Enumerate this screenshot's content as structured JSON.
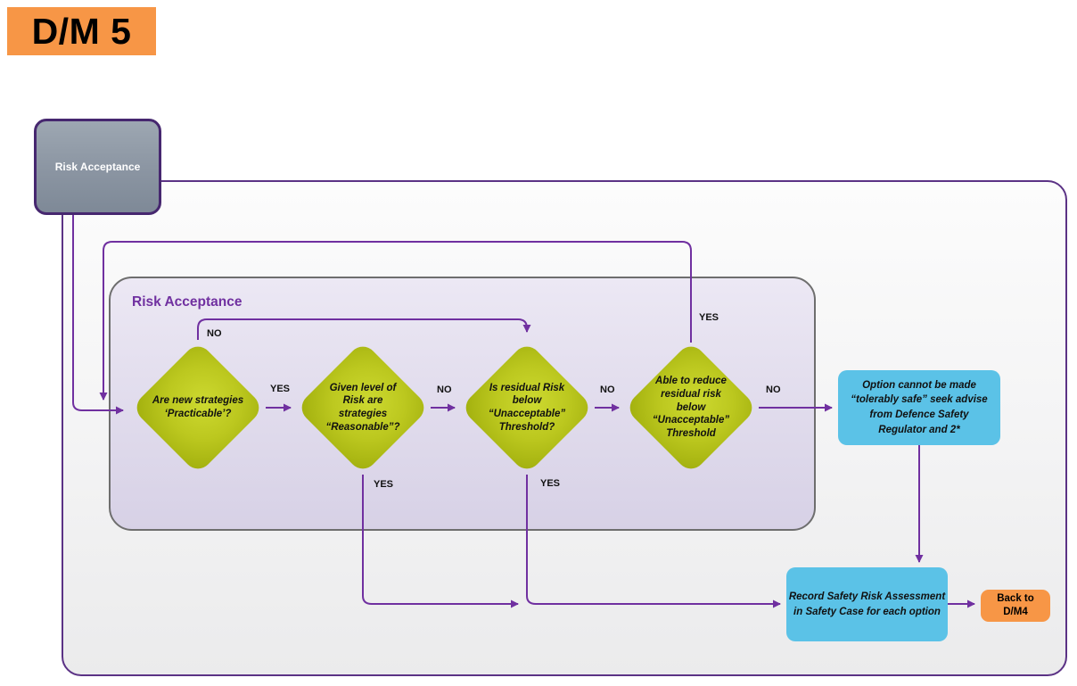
{
  "title_badge": "D/M 5",
  "start_node": {
    "label": "Risk Acceptance"
  },
  "group": {
    "title": "Risk Acceptance"
  },
  "decisions": [
    {
      "label": "Are new strategies\n‘Practicable’?"
    },
    {
      "label": "Given level of\nRisk are\nstrategies\n“Reasonable”?"
    },
    {
      "label": "Is residual Risk\nbelow\n“Unacceptable”\nThreshold?"
    },
    {
      "label": "Able to reduce\nresidual risk\nbelow\n“Unacceptable”\nThreshold"
    }
  ],
  "nodes": {
    "regulator": "Option cannot be made\n“tolerably safe” seek advise\nfrom Defence Safety\nRegulator and 2*",
    "record": "Record Safety Risk Assessment\nin Safety Case for each option",
    "back": "Back to\nD/M4"
  },
  "edges": {
    "d1_no": "NO",
    "d1_yes": "YES",
    "d2_no": "NO",
    "d2_yes": "YES",
    "d3_no": "NO",
    "d3_yes": "YES",
    "d4_no": "NO",
    "d4_yes": "YES"
  },
  "colors": {
    "accent_purple": "#7030a0",
    "outer_border_purple": "#5b3285",
    "start_border_purple": "#46276f",
    "diamond_green": "#b8c417",
    "node_blue": "#5bc2e7",
    "node_orange": "#f79646",
    "start_gray": "#8c96a3",
    "group_fill": "#e0dbec"
  }
}
